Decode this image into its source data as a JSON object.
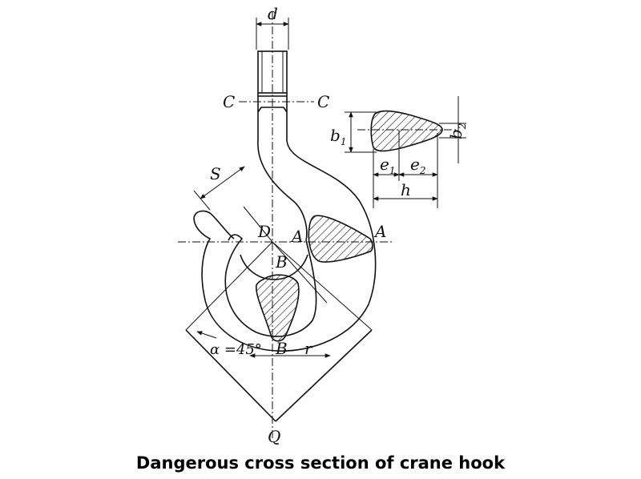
{
  "caption": "Dangerous cross section of crane hook",
  "labels": {
    "d": "d",
    "c_left": "C",
    "c_right": "C",
    "s": "S",
    "d_center": "D",
    "a_inner": "A",
    "a_outer": "A",
    "b_center": "B",
    "b_bottom": "B",
    "alpha": "α =45°",
    "r": "r",
    "q": "Q",
    "b1": "b",
    "b1_sub": "1",
    "b2": "b",
    "b2_sub": "2",
    "e1": "e",
    "e1_sub": "1",
    "e2": "e",
    "e2_sub": "2",
    "h": "h"
  }
}
